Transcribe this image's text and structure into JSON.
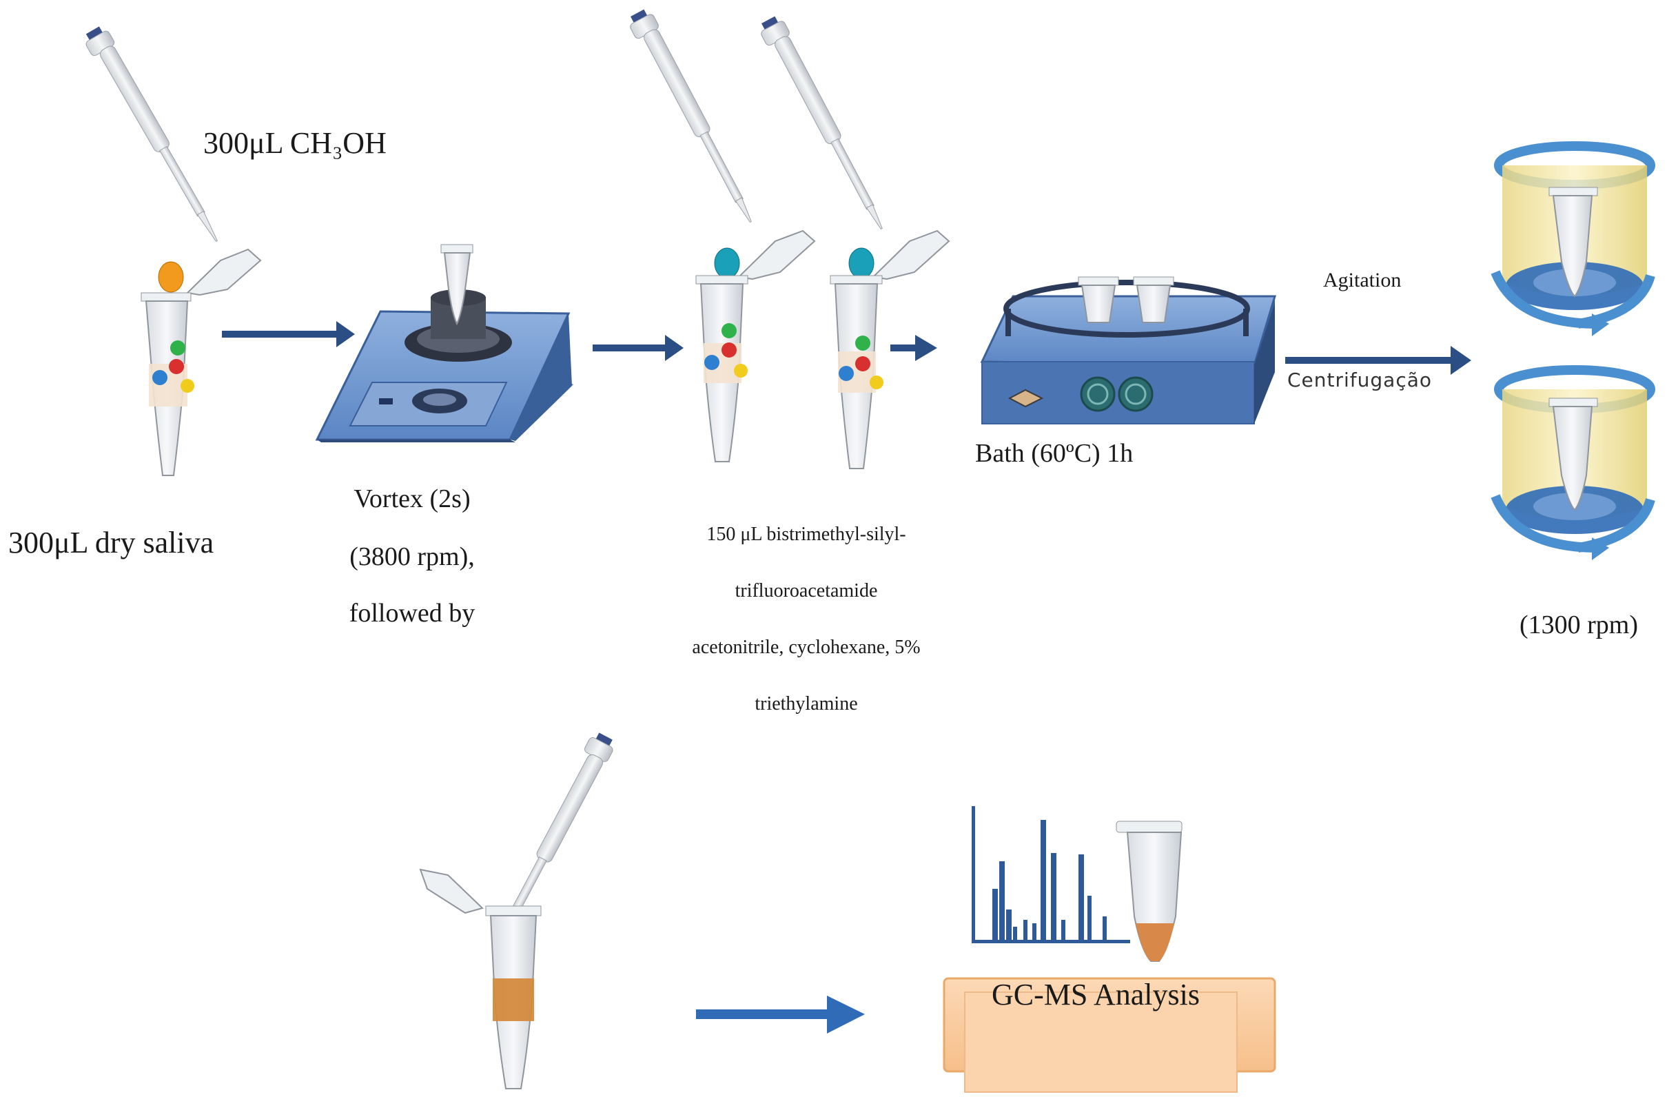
{
  "labels": {
    "methanol": "300μL CH₃OH",
    "saliva": "300μL dry saliva",
    "vortex_line1": "Vortex (2s)",
    "vortex_line2": "(3800 rpm),",
    "vortex_line3": "followed by",
    "reagent_line1": "150  μL bistrimethyl-silyl-",
    "reagent_line2": "trifluoroacetamide",
    "reagent_line3": "acetonitrile,  cyclohexane,  5%",
    "reagent_line4": "triethylamine",
    "bath": "Bath (60ºC) 1h",
    "agitation": "Agitation",
    "centrifugation": "Centrifugação",
    "rpm": "(1300 rpm)",
    "gcms": "GC-MS Analysis"
  },
  "colors": {
    "arrow": "#2b4f85",
    "arrow_light": "#2f6bb7",
    "device_blue": "#5b86c4",
    "device_dark": "#33538a",
    "centrifuge_yellow": "#f6e9a6",
    "centrifuge_ring": "#4a8fd0",
    "box_orange": "#f8cba0",
    "spectrum": "#2f5a9a",
    "dot_green": "#2fb24a",
    "dot_red": "#d8302e",
    "dot_blue": "#2e7fd0",
    "dot_yellow": "#f2cc1d",
    "cap_orange": "#f29a1e",
    "cap_teal": "#1aa0b8"
  }
}
